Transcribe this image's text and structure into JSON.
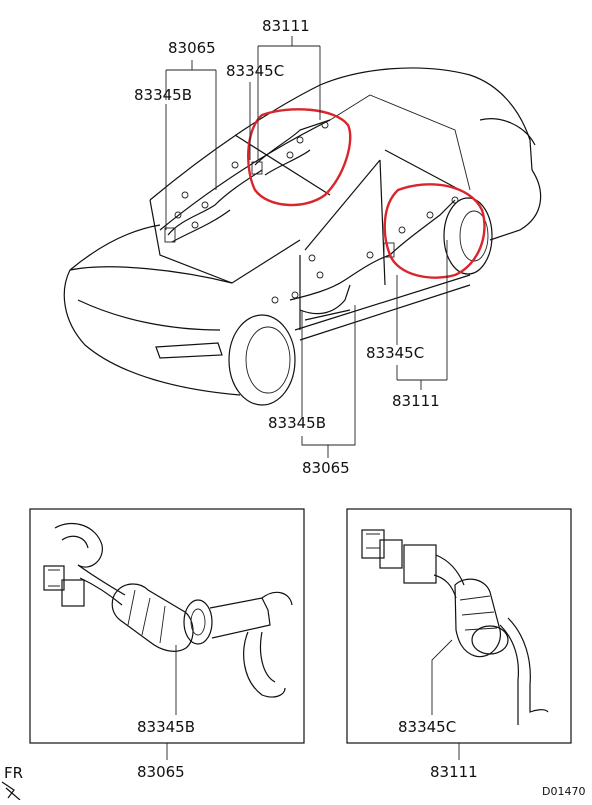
{
  "callouts": {
    "top_83111": "83111",
    "top_83065": "83065",
    "top_83345c": "83345C",
    "top_83345b": "83345B",
    "mid_83345c": "83345C",
    "mid_83111": "83111",
    "mid_83345b": "83345B",
    "mid_83065": "83065"
  },
  "detail_left": {
    "part": "83345B",
    "assembly": "83065"
  },
  "detail_right": {
    "part": "83345C",
    "assembly": "83111"
  },
  "fr_label": "FR",
  "diagram_code": "D01470",
  "colors": {
    "highlight": "#d8262c",
    "line": "#111111"
  }
}
